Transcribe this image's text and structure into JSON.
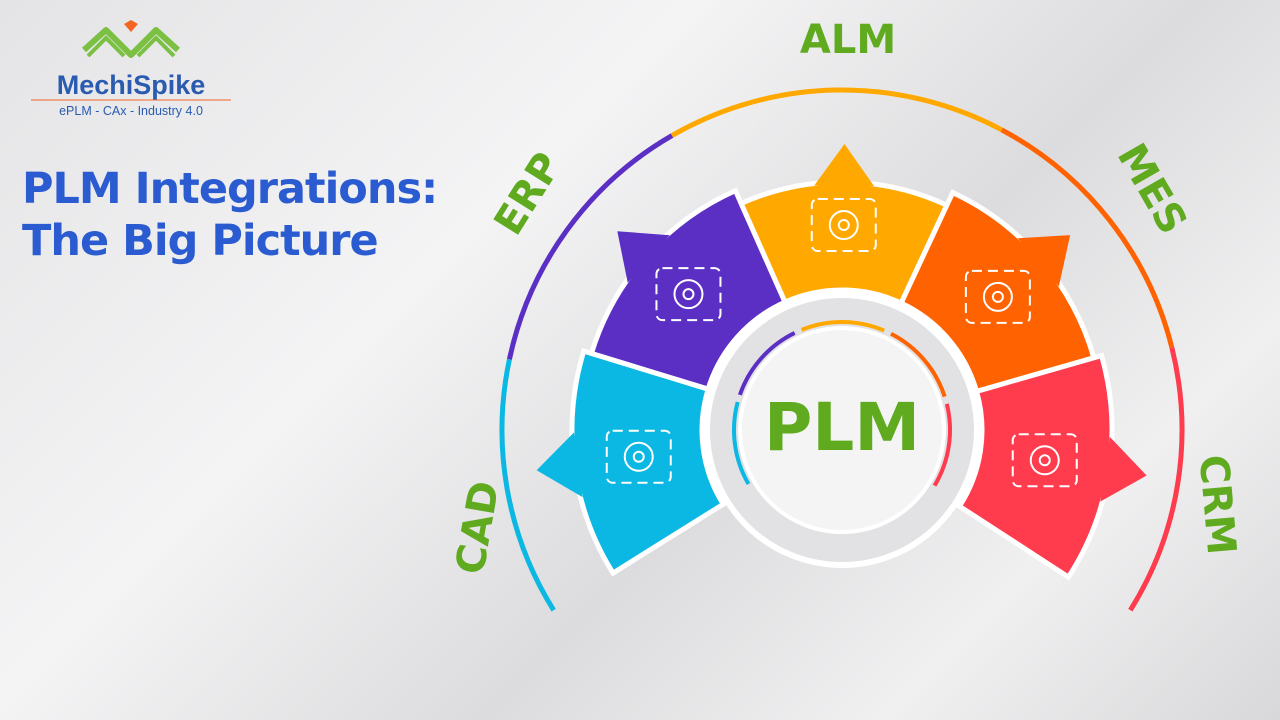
{
  "logo": {
    "brand": "MechiSpike",
    "tagline": "ePLM - CAx - Industry 4.0"
  },
  "title": {
    "line1": "PLM Integrations:",
    "line2": "The Big Picture"
  },
  "center": {
    "label": "PLM",
    "color": "#5faa1e"
  },
  "segments": [
    {
      "label": "CAD",
      "color": "#0bb7e3",
      "icon": "laptop-gear-icon"
    },
    {
      "label": "ERP",
      "color": "#5b2fc4",
      "icon": "network-people-icon"
    },
    {
      "label": "ALM",
      "color": "#ffa800",
      "icon": "cycle-gear-icon"
    },
    {
      "label": "MES",
      "color": "#ff6200",
      "icon": "machine-gear-icon"
    },
    {
      "label": "CRM",
      "color": "#ff3b4e",
      "icon": "handshake-icon"
    }
  ]
}
